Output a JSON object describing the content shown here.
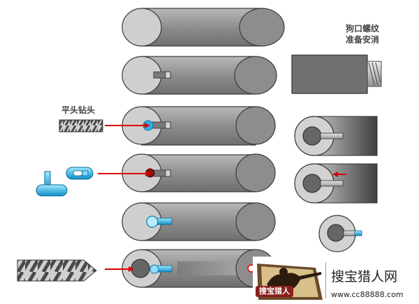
{
  "labels": {
    "thread_line1": "狗口螺纹",
    "thread_line2": "准备安消",
    "flat_drill": "平头钻头"
  },
  "watermark": {
    "emblem_text": "搜宝猎人",
    "title": "搜宝猎人网",
    "url": "www.cc88888.com"
  },
  "colors": {
    "arrow": "#dd0000",
    "cyan_pin": "#1aa8e0",
    "barrel_body": "#8f8f8f",
    "barrel_end": "#cfcfcf"
  }
}
